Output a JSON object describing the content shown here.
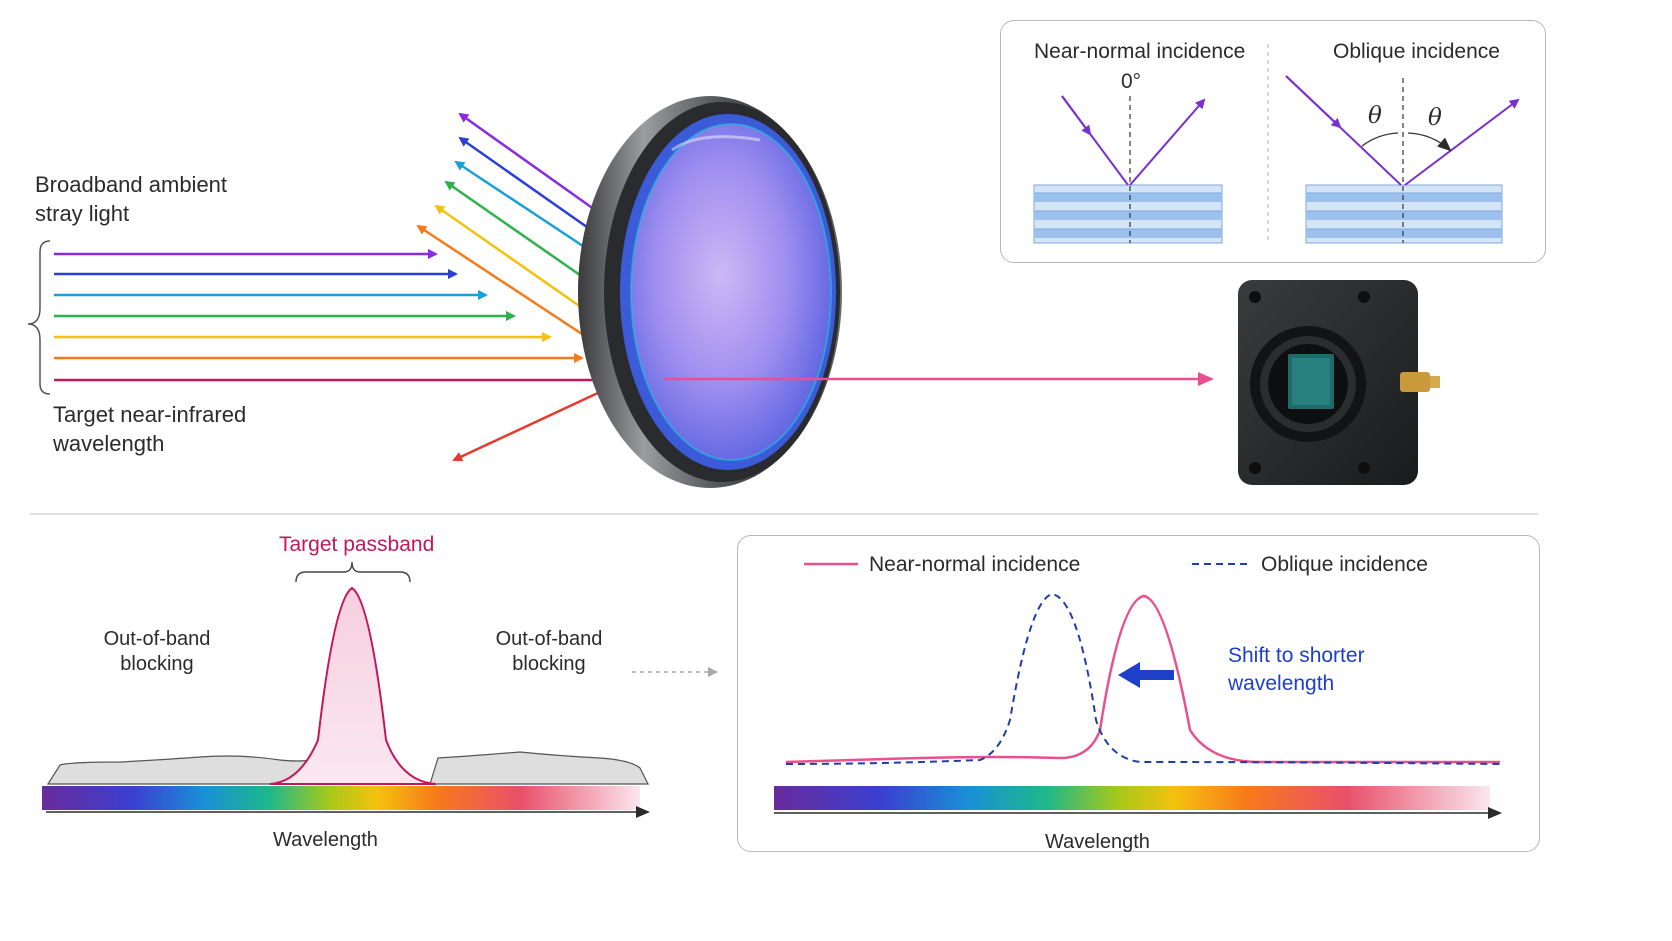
{
  "top": {
    "stray_label": "Broadband ambient\nstray light",
    "target_label": "Target near-infrared\nwavelength"
  },
  "incidence_inset": {
    "near_title": "Near-normal incidence",
    "angle_zero": "0°",
    "oblique_title": "Oblique incidence",
    "theta_left": "θ",
    "theta_right": "θ"
  },
  "bottom_left": {
    "passband_label": "Target passband",
    "blocking_left": "Out-of-band\nblocking",
    "blocking_right": "Out-of-band\nblocking",
    "axis_label": "Wavelength"
  },
  "bottom_right": {
    "legend_near": "Near-normal incidence",
    "legend_oblique": "Oblique incidence",
    "shift_label": "Shift to shorter\nwavelength",
    "axis_label": "Wavelength"
  },
  "colors": {
    "pink": "#e8508f",
    "passband_text": "#c2185b",
    "dashed_blue": "#1f3fa8",
    "shift_text": "#1e40c8",
    "ray_colors": [
      "#8a2be2",
      "#2a3fd6",
      "#1a9fd6",
      "#2cb34a",
      "#f4c20d",
      "#f77a1a",
      "#c2185b",
      "#e63a2e"
    ]
  },
  "icons": [
    "bandpass-filter-icon",
    "camera-sensor-icon",
    "thin-film-stack-icon",
    "arrow-icon"
  ]
}
